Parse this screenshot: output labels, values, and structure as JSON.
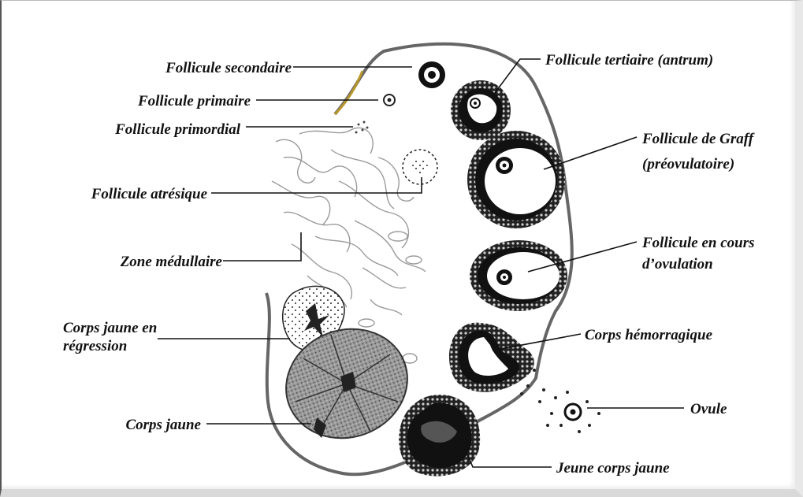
{
  "diagram": {
    "labels": {
      "follicule_secondaire": "Follicule secondaire",
      "follicule_primaire": "Follicule primaire",
      "follicule_primordial": "Follicule primordial",
      "follicule_atresique": "Follicule atrésique",
      "zone_medullaire": "Zone médullaire",
      "corps_jaune_regression_1": "Corps jaune en",
      "corps_jaune_regression_2": "régression",
      "corps_jaune": "Corps jaune",
      "follicule_tertiaire": "Follicule tertiaire (antrum)",
      "follicule_graff_1": "Follicule de Graff",
      "follicule_graff_2": "(préovulatoire)",
      "follicule_ovulation_1": "Follicule en cours",
      "follicule_ovulation_2": "d’ovulation",
      "corps_hemorragique": "Corps hémorragique",
      "ovule": "Ovule",
      "jeune_corps_jaune": "Jeune corps jaune"
    }
  }
}
